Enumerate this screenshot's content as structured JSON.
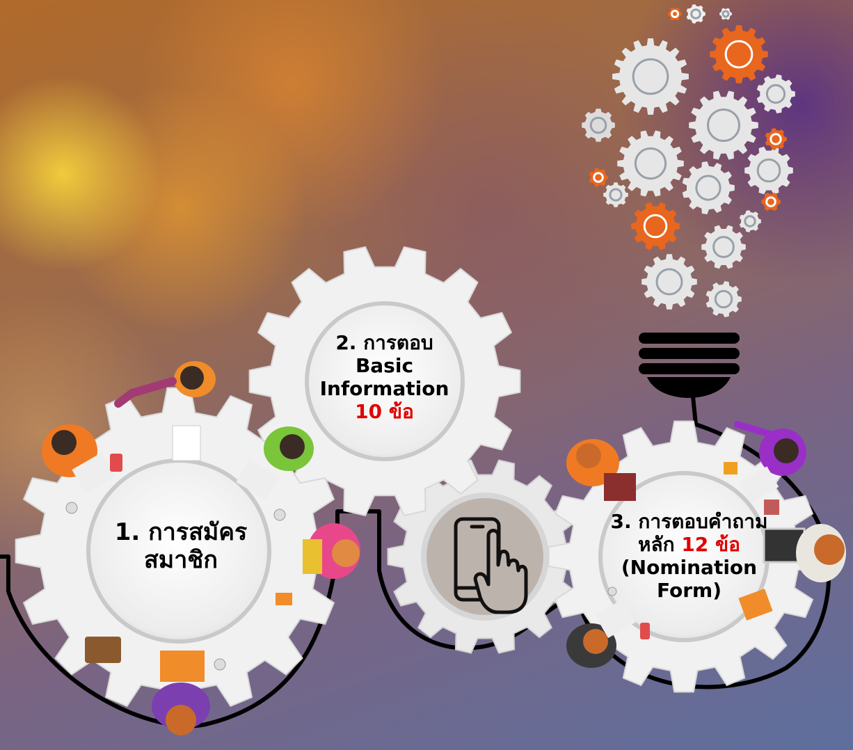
{
  "steps": [
    {
      "num": "1.",
      "line1": "การสมัคร",
      "line2": "สมาชิก"
    },
    {
      "num": "2.",
      "line1": "การตอบ",
      "line2": "Basic",
      "line3": "Information",
      "highlight": "10 ข้อ"
    },
    {
      "num": "3.",
      "line1": "การตอบคำถาม",
      "line2_prefix": "หลัก",
      "highlight": "12 ข้อ",
      "line3": "(Nomination",
      "line4": "Form)"
    }
  ],
  "icons": {
    "center_gear": "smartphone-tap-icon",
    "top_right": "lightbulb-gears-icon"
  },
  "colors": {
    "gear_fill": "#f1f1f1",
    "gear_ring": "#cfcfcf",
    "highlight": "#e00000",
    "orange_gear": "#e8661e",
    "path_line": "#000000"
  }
}
